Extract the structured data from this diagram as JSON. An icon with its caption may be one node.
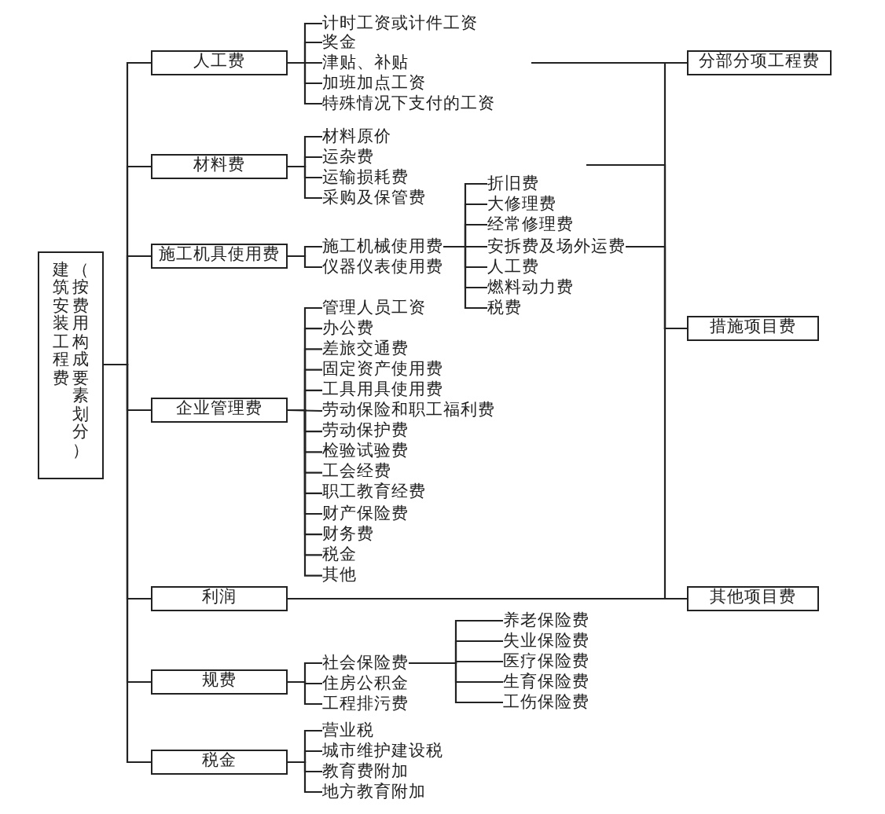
{
  "diagram": {
    "nodes": [
      {
        "text": [
          "建筑安装工程费",
          "（按费用构成要素划分）"
        ]
      },
      {
        "text": [
          "人工费"
        ]
      },
      {
        "text": [
          "计时工资或计件工资"
        ]
      },
      {
        "text": [
          "奖金"
        ]
      },
      {
        "text": [
          "津贴、补贴"
        ]
      },
      {
        "text": [
          "加班加点工资"
        ]
      },
      {
        "text": [
          "特殊情况下支付的工资"
        ]
      },
      {
        "text": [
          "分部分项工程费"
        ]
      },
      {
        "text": [
          "材料费"
        ]
      },
      {
        "text": [
          "材料原价"
        ]
      },
      {
        "text": [
          "运杂费"
        ]
      },
      {
        "text": [
          "运输损耗费"
        ]
      },
      {
        "text": [
          "采购及保管费"
        ]
      },
      {
        "text": [
          "施工机具使用费"
        ]
      },
      {
        "text": [
          "施工机械使用费"
        ]
      },
      {
        "text": [
          "仪器仪表使用费"
        ]
      },
      {
        "text": [
          "折旧费"
        ]
      },
      {
        "text": [
          "大修理费"
        ]
      },
      {
        "text": [
          "经常修理费"
        ]
      },
      {
        "text": [
          "安拆费及场外运费"
        ]
      },
      {
        "text": [
          "人工费"
        ]
      },
      {
        "text": [
          "燃料动力费"
        ]
      },
      {
        "text": [
          "税费"
        ]
      },
      {
        "text": [
          "企业管理费"
        ]
      },
      {
        "text": [
          "管理人员工资"
        ]
      },
      {
        "text": [
          "办公费"
        ]
      },
      {
        "text": [
          "差旅交通费"
        ]
      },
      {
        "text": [
          "固定资产使用费"
        ]
      },
      {
        "text": [
          "工具用具使用费"
        ]
      },
      {
        "text": [
          "劳动保险和职工福利费"
        ]
      },
      {
        "text": [
          "劳动保护费"
        ]
      },
      {
        "text": [
          "检验试验费"
        ]
      },
      {
        "text": [
          "工会经费"
        ]
      },
      {
        "text": [
          "职工教育经费"
        ]
      },
      {
        "text": [
          "财产保险费"
        ]
      },
      {
        "text": [
          "财务费"
        ]
      },
      {
        "text": [
          "税金"
        ]
      },
      {
        "text": [
          "其他"
        ]
      },
      {
        "text": [
          "措施项目费"
        ]
      },
      {
        "text": [
          "利润"
        ]
      },
      {
        "text": [
          "其他项目费"
        ]
      },
      {
        "text": [
          "规费"
        ]
      },
      {
        "text": [
          "社会保险费"
        ]
      },
      {
        "text": [
          "住房公积金"
        ]
      },
      {
        "text": [
          "工程排污费"
        ]
      },
      {
        "text": [
          "养老保险费"
        ]
      },
      {
        "text": [
          "失业保险费"
        ]
      },
      {
        "text": [
          "医疗保险费"
        ]
      },
      {
        "text": [
          "生育保险费"
        ]
      },
      {
        "text": [
          "工伤保险费"
        ]
      },
      {
        "text": [
          "税金"
        ]
      },
      {
        "text": [
          "营业税"
        ]
      },
      {
        "text": [
          "城市维护建设税"
        ]
      },
      {
        "text": [
          "教育费附加"
        ]
      },
      {
        "text": [
          "地方教育附加"
        ]
      }
    ],
    "edges": [
      {
        "from": 0,
        "to": 1,
        "arrow": "none"
      },
      {
        "from": 0,
        "to": 8,
        "arrow": "none"
      },
      {
        "from": 0,
        "to": 13,
        "arrow": "none"
      },
      {
        "from": 0,
        "to": 23,
        "arrow": "none"
      },
      {
        "from": 0,
        "to": 39,
        "arrow": "none"
      },
      {
        "from": 0,
        "to": 41,
        "arrow": "none"
      },
      {
        "from": 0,
        "to": 50,
        "arrow": "none"
      },
      {
        "from": 1,
        "to": 2,
        "arrow": "none"
      },
      {
        "from": 1,
        "to": 3,
        "arrow": "none"
      },
      {
        "from": 1,
        "to": 4,
        "arrow": "none"
      },
      {
        "from": 1,
        "to": 5,
        "arrow": "none"
      },
      {
        "from": 1,
        "to": 6,
        "arrow": "none"
      },
      {
        "from": 8,
        "to": 9,
        "arrow": "none"
      },
      {
        "from": 8,
        "to": 10,
        "arrow": "none"
      },
      {
        "from": 8,
        "to": 11,
        "arrow": "none"
      },
      {
        "from": 8,
        "to": 12,
        "arrow": "none"
      },
      {
        "from": 13,
        "to": 14,
        "arrow": "none"
      },
      {
        "from": 13,
        "to": 15,
        "arrow": "none"
      },
      {
        "from": 14,
        "to": 16,
        "arrow": "none"
      },
      {
        "from": 14,
        "to": 17,
        "arrow": "none"
      },
      {
        "from": 14,
        "to": 18,
        "arrow": "none"
      },
      {
        "from": 14,
        "to": 19,
        "arrow": "none"
      },
      {
        "from": 14,
        "to": 20,
        "arrow": "none"
      },
      {
        "from": 14,
        "to": 21,
        "arrow": "none"
      },
      {
        "from": 14,
        "to": 22,
        "arrow": "none"
      },
      {
        "from": 23,
        "to": 24,
        "arrow": "none"
      },
      {
        "from": 23,
        "to": 25,
        "arrow": "none"
      },
      {
        "from": 23,
        "to": 26,
        "arrow": "none"
      },
      {
        "from": 23,
        "to": 27,
        "arrow": "none"
      },
      {
        "from": 23,
        "to": 28,
        "arrow": "none"
      },
      {
        "from": 23,
        "to": 29,
        "arrow": "none"
      },
      {
        "from": 23,
        "to": 30,
        "arrow": "none"
      },
      {
        "from": 23,
        "to": 31,
        "arrow": "none"
      },
      {
        "from": 23,
        "to": 32,
        "arrow": "none"
      },
      {
        "from": 23,
        "to": 33,
        "arrow": "none"
      },
      {
        "from": 23,
        "to": 34,
        "arrow": "none"
      },
      {
        "from": 23,
        "to": 35,
        "arrow": "none"
      },
      {
        "from": 23,
        "to": 36,
        "arrow": "none"
      },
      {
        "from": 23,
        "to": 37,
        "arrow": "none"
      },
      {
        "from": 41,
        "to": 42,
        "arrow": "none"
      },
      {
        "from": 41,
        "to": 43,
        "arrow": "none"
      },
      {
        "from": 41,
        "to": 44,
        "arrow": "none"
      },
      {
        "from": 42,
        "to": 45,
        "arrow": "none"
      },
      {
        "from": 42,
        "to": 46,
        "arrow": "none"
      },
      {
        "from": 42,
        "to": 47,
        "arrow": "none"
      },
      {
        "from": 42,
        "to": 48,
        "arrow": "none"
      },
      {
        "from": 42,
        "to": 49,
        "arrow": "none"
      },
      {
        "from": 50,
        "to": 51,
        "arrow": "none"
      },
      {
        "from": 50,
        "to": 52,
        "arrow": "none"
      },
      {
        "from": 50,
        "to": 53,
        "arrow": "none"
      },
      {
        "from": 50,
        "to": 54,
        "arrow": "none"
      },
      {
        "from": null,
        "to": 7,
        "arrow": "none"
      },
      {
        "from": 7,
        "to": 38,
        "arrow": "none"
      },
      {
        "from": null,
        "to": 38,
        "arrow": "none"
      },
      {
        "from": 19,
        "to": 38,
        "arrow": "none"
      },
      {
        "from": 38,
        "to": 40,
        "arrow": "none"
      },
      {
        "from": 39,
        "to": 40,
        "arrow": "none"
      }
    ]
  }
}
